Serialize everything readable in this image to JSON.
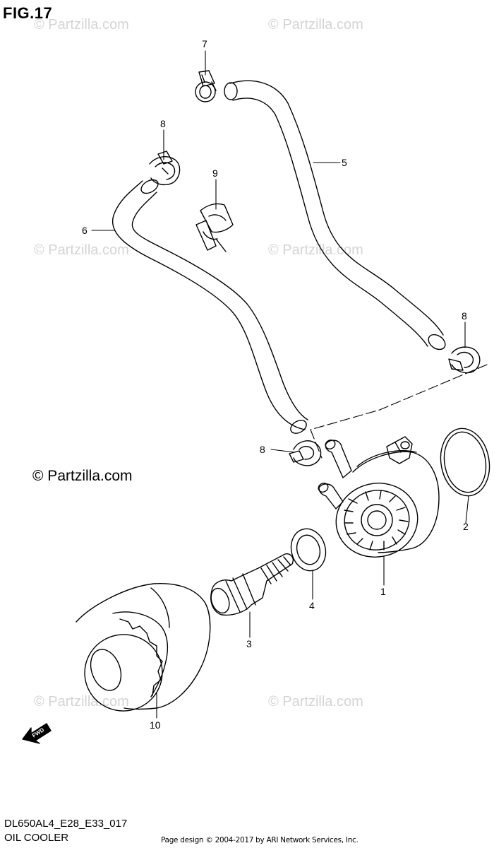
{
  "figure": {
    "title": "FIG.17"
  },
  "watermarks": [
    "© Partzilla.com",
    "© Partzilla.com",
    "© Partzilla.com",
    "© Partzilla.com",
    "© Partzilla.com",
    "© Partzilla.com"
  ],
  "copyright": "© Partzilla.com",
  "callouts": [
    "7",
    "8",
    "9",
    "6",
    "5",
    "8",
    "8",
    "2",
    "1",
    "4",
    "3",
    "10"
  ],
  "fwd_label": "FWD",
  "footer": {
    "code": "DL650AL4_E28_E33_017",
    "title": "OIL COOLER",
    "credit": "Page design © 2004-2017 by ARI Network Services, Inc."
  }
}
